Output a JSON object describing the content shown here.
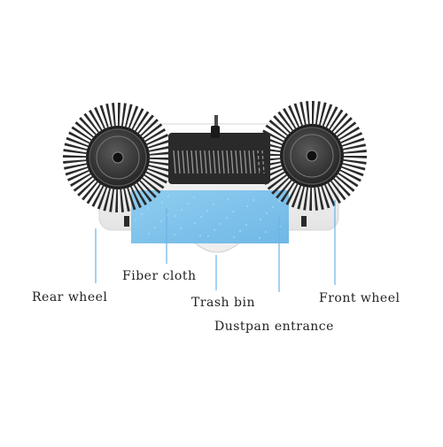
{
  "diagram": {
    "labels": {
      "rear_wheel": "Rear wheel",
      "fiber_cloth": "Fiber cloth",
      "trash_bin": "Trash bin",
      "dustpan_entrance": "Dustpan entrance",
      "front_wheel": "Front wheel"
    },
    "colors": {
      "leader_line": "#6ab4e6",
      "cloth": "#7ec3ec",
      "body": "#f2f2f2",
      "bristle": "#2b2b2b",
      "hub": "#3a3a3a",
      "text": "#222222"
    }
  }
}
